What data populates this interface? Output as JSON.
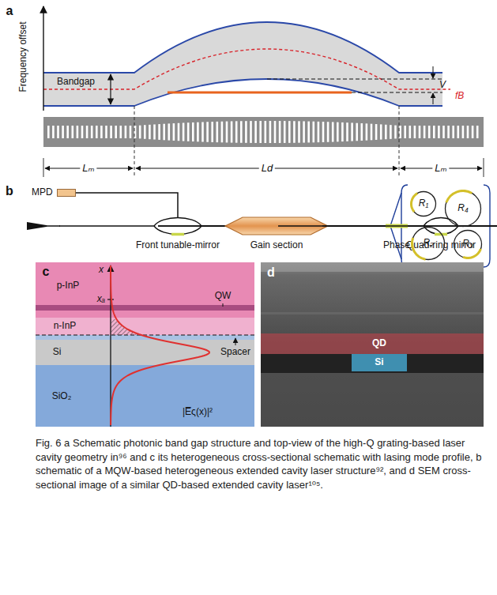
{
  "diagram": {
    "caption": "Fig. 6 a Schematic photonic band gap structure and top-view of the high-Q grating-based laser cavity geometry in⁹⁶ and c its heterogeneous cross-sectional schematic with lasing mode profile, b schematic of a MQW-based heterogeneous extended cavity laser structure⁹², and d SEM cross-sectional image of a similar QD-based extended cavity laser¹⁰⁵.",
    "nodes": [
      {
        "text": [
          "MPD"
        ]
      },
      {
        "text": [
          "Front tunable-mirror"
        ]
      },
      {
        "text": [
          "Gain section"
        ]
      },
      {
        "text": [
          "Phase"
        ]
      },
      {
        "text": [
          "Quad-ring mirror"
        ]
      },
      {
        "text": [
          "R₁"
        ]
      },
      {
        "text": [
          "R₄"
        ]
      },
      {
        "text": [
          "R₂"
        ]
      },
      {
        "text": [
          "R₃"
        ]
      }
    ],
    "edges": [
      {
        "from": 1,
        "to": 0,
        "arrow": "none"
      },
      {
        "from": 1,
        "to": 2,
        "arrow": "none"
      },
      {
        "from": 2,
        "to": 3,
        "arrow": "none"
      },
      {
        "from": 3,
        "to": 4,
        "arrow": "none"
      }
    ],
    "labels": [
      "a",
      "Frequency offset",
      "Bandgap",
      "V",
      "fB",
      "Lₘ",
      "Ld",
      "Lₘ",
      "b",
      "c",
      "p-InP",
      "x",
      "xₐ",
      "QW",
      "n-InP",
      "Spacer",
      "Si",
      "SiO₂",
      "|E̅ς(x)|²",
      "d",
      "QD",
      "Si"
    ]
  }
}
